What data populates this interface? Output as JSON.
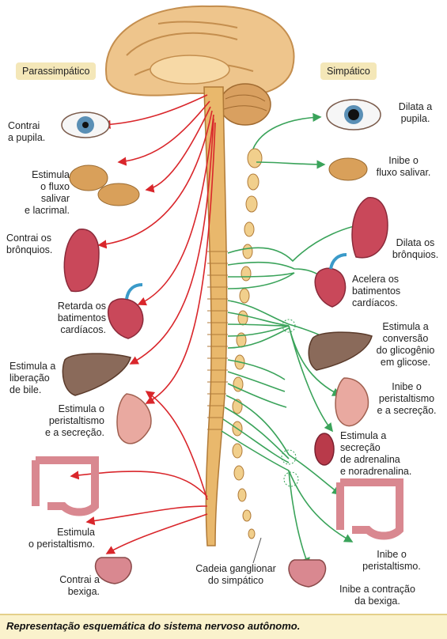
{
  "headers": {
    "parasympathetic": "Parassimpático",
    "sympathetic": "Simpático"
  },
  "left_labels": {
    "pupil": "Contrai\na pupila.",
    "saliva": "Estimula\no fluxo\nsalivar\ne lacrimal.",
    "bronchi": "Contrai os\nbrônquios.",
    "heart": "Retarda os\nbatimentos\ncardíacos.",
    "bile": "Estimula a\nliberação\nde bile.",
    "stomach": "Estimula o\nperistaltismo\ne a secreção.",
    "intestine": "Estimula\no peristaltismo.",
    "bladder": "Contrai a\nbexiga."
  },
  "right_labels": {
    "pupil": "Dilata a\npupila.",
    "saliva": "Inibe o\nfluxo salivar.",
    "bronchi": "Dilata os\nbrônquios.",
    "heart": "Acelera os\nbatimentos\ncardíacos.",
    "liver": "Estimula a\nconversão\ndo glicogênio\nem glicose.",
    "stomach": "Inibe o\nperistaltismo\ne a secreção.",
    "adrenal": "Estimula a\nsecreção\nde adrenalina\ne noradrenalina.",
    "intestine": "Inibe o\nperistaltismo.",
    "bladder": "Inibe a contração\nda bexiga."
  },
  "center_label": "Cadeia ganglionar\ndo simpático",
  "caption": "Representação esquemática do sistema nervoso autônomo.",
  "colors": {
    "parasympathetic": "#d9262b",
    "sympathetic": "#3aa35a",
    "spine": "#e9b86c",
    "brain": "#eec58c",
    "organ_red": "#c9485a",
    "organ_brown": "#8a6a5a",
    "caption_bg": "#faf2cc"
  }
}
